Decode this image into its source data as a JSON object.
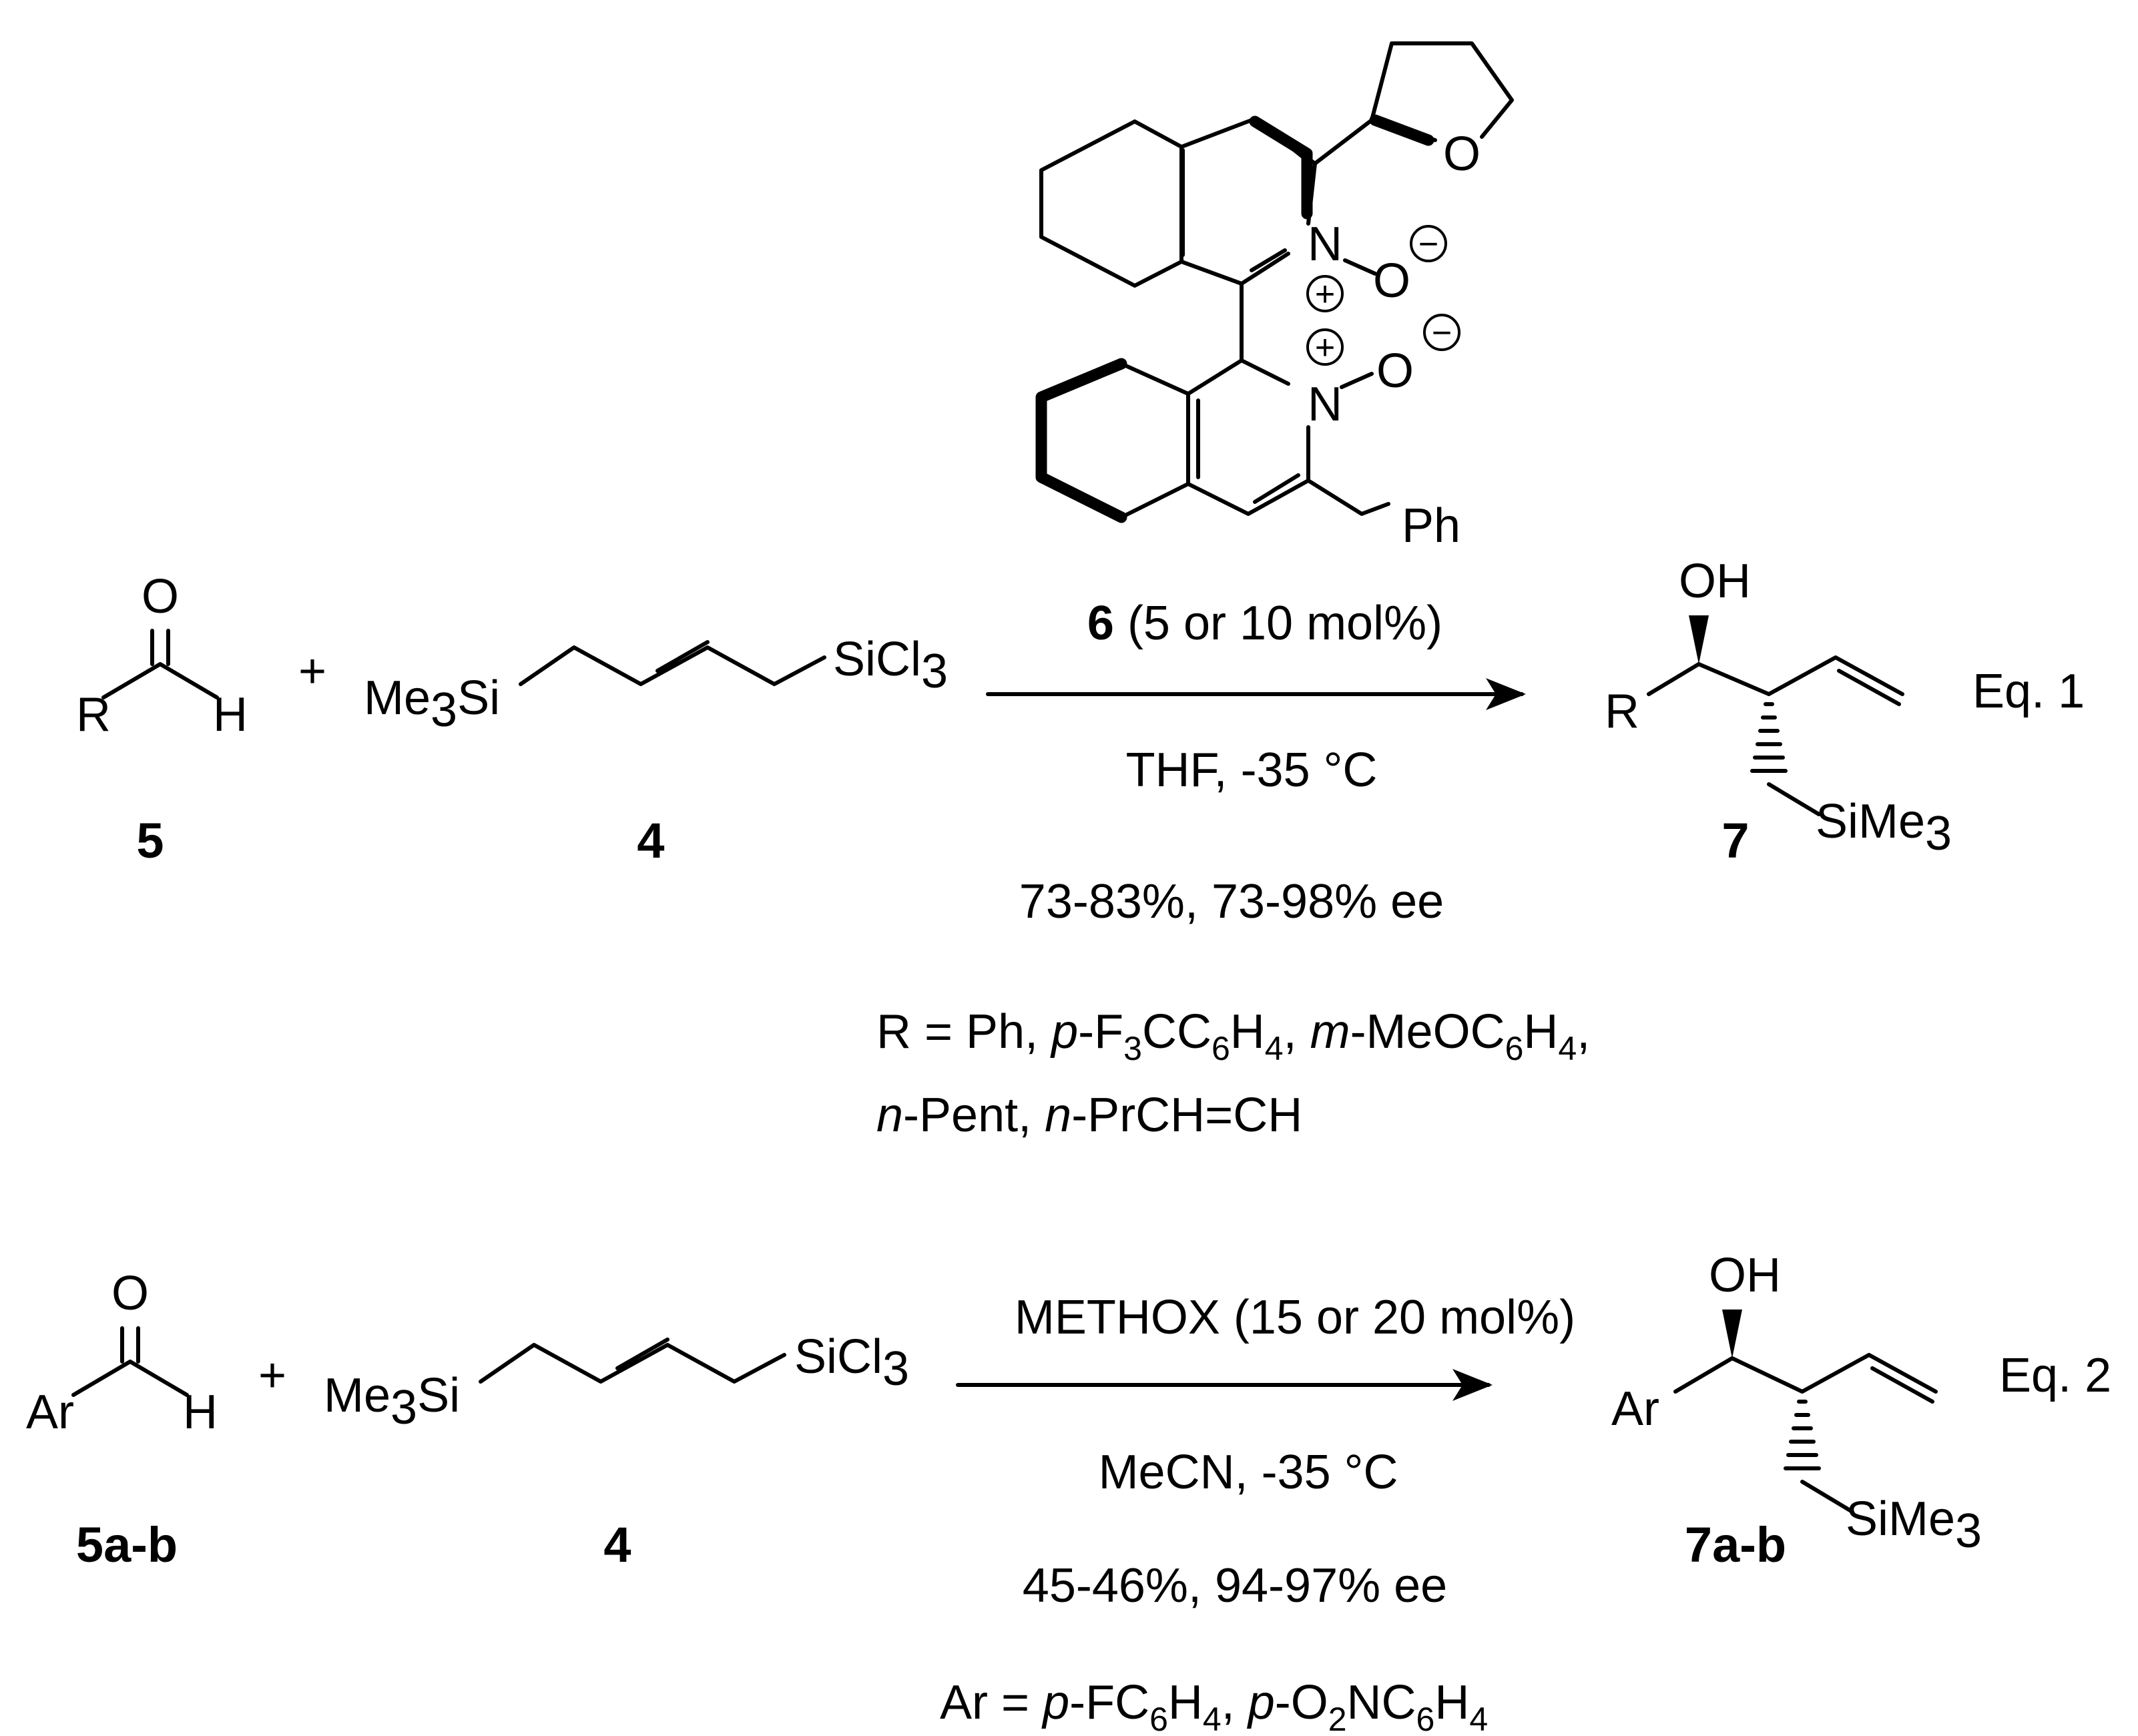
{
  "equation1": {
    "aldehyde": {
      "o": "O",
      "r": "R",
      "h": "H",
      "number": "5"
    },
    "plus": "+",
    "reagent": {
      "left": "Me",
      "left_sub": "3",
      "left_tail": "Si",
      "right": "SiCl",
      "right_sub": "3",
      "number": "4"
    },
    "catalyst": {
      "n_top": "N",
      "o_top": "O",
      "n_bottom": "N",
      "o_bottom": "O",
      "ring_o": "O",
      "ph": "Ph",
      "plus_sign": "+",
      "minus_sign": "−",
      "number": "6",
      "loading": " (5 or 10 mol%)"
    },
    "conditions": "THF, -35 °C",
    "yield": "73-83%, 73-98% ee",
    "scope_line1": [
      {
        "t": "R = Ph, ",
        "s": "n"
      },
      {
        "t": "p",
        "s": "i"
      },
      {
        "t": "-F",
        "s": "n"
      },
      {
        "t": "3",
        "s": "sub"
      },
      {
        "t": "CC",
        "s": "n"
      },
      {
        "t": "6",
        "s": "sub"
      },
      {
        "t": "H",
        "s": "n"
      },
      {
        "t": "4",
        "s": "sub"
      },
      {
        "t": ", ",
        "s": "n"
      },
      {
        "t": "m",
        "s": "i"
      },
      {
        "t": "-MeOC",
        "s": "n"
      },
      {
        "t": "6",
        "s": "sub"
      },
      {
        "t": "H",
        "s": "n"
      },
      {
        "t": "4",
        "s": "sub"
      },
      {
        "t": ",",
        "s": "n"
      }
    ],
    "scope_line2": [
      {
        "t": "n",
        "s": "i"
      },
      {
        "t": "-Pent, ",
        "s": "n"
      },
      {
        "t": "n",
        "s": "i"
      },
      {
        "t": "-PrCH=CH",
        "s": "n"
      }
    ],
    "product": {
      "oh": "OH",
      "r": "R",
      "si": "SiMe",
      "si_sub": "3",
      "number": "7"
    },
    "label": "Eq. 1"
  },
  "equation2": {
    "aldehyde": {
      "o": "O",
      "r": "Ar",
      "h": "H",
      "number": "5a-b"
    },
    "plus": "+",
    "reagent": {
      "left": "Me",
      "left_sub": "3",
      "left_tail": "Si",
      "right": "SiCl",
      "right_sub": "3",
      "number": "4"
    },
    "catalyst": "METHOX (15 or 20 mol%)",
    "conditions": "MeCN, -35 °C",
    "yield": "45-46%, 94-97% ee",
    "scope": [
      {
        "t": "Ar = ",
        "s": "n"
      },
      {
        "t": "p",
        "s": "i"
      },
      {
        "t": "-FC",
        "s": "n"
      },
      {
        "t": "6",
        "s": "sub"
      },
      {
        "t": "H",
        "s": "n"
      },
      {
        "t": "4",
        "s": "sub"
      },
      {
        "t": ", ",
        "s": "n"
      },
      {
        "t": "p",
        "s": "i"
      },
      {
        "t": "-O",
        "s": "n"
      },
      {
        "t": "2",
        "s": "sub"
      },
      {
        "t": "NC",
        "s": "n"
      },
      {
        "t": "6",
        "s": "sub"
      },
      {
        "t": "H",
        "s": "n"
      },
      {
        "t": "4",
        "s": "sub"
      }
    ],
    "product": {
      "oh": "OH",
      "r": "Ar",
      "si": "SiMe",
      "si_sub": "3",
      "number": "7a-b"
    },
    "label": "Eq. 2"
  }
}
